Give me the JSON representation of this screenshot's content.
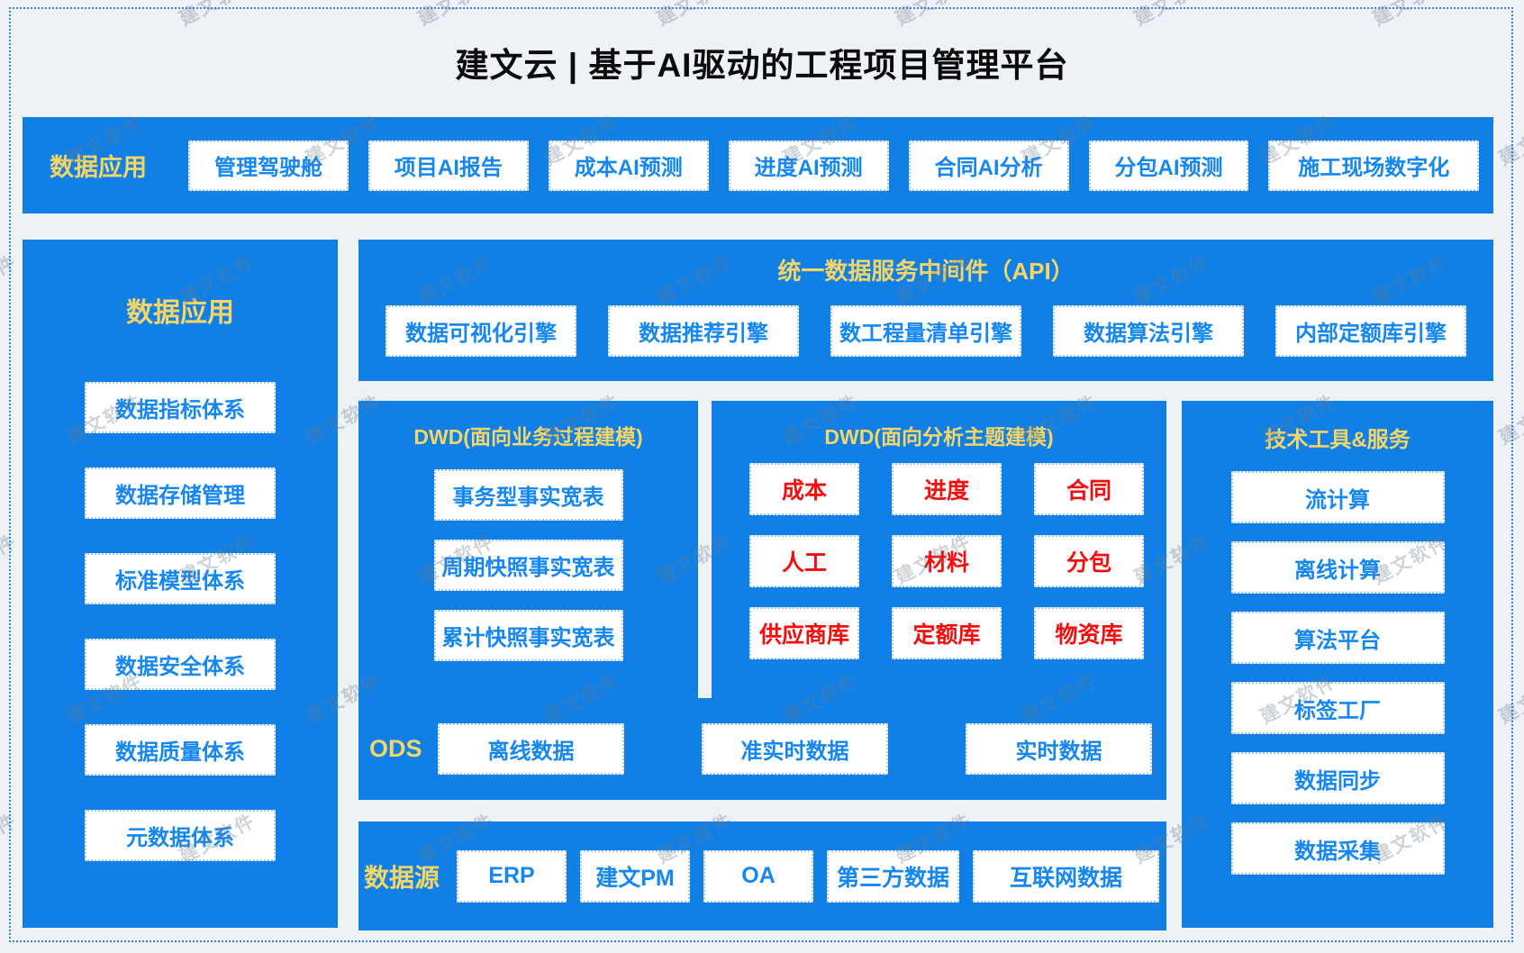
{
  "title": "建文云 | 基于AI驱动的工程项目管理平台",
  "watermark": {
    "text": "建文软件"
  },
  "colors": {
    "panel_blue": "#1080e6",
    "box_text_blue": "#1587f2",
    "label_yellow": "#f5d565",
    "alert_red": "#f60d0d",
    "background": "#eef1f5"
  },
  "top_bar": {
    "label": "数据应用",
    "items": [
      "管理驾驶舱",
      "项目AI报告",
      "成本AI预测",
      "进度AI预测",
      "合同AI分析",
      "分包AI预测",
      "施工现场数字化"
    ]
  },
  "left_panel": {
    "title": "数据应用",
    "items": [
      "数据指标体系",
      "数据存储管理",
      "标准模型体系",
      "数据安全体系",
      "数据质量体系",
      "元数据体系"
    ]
  },
  "api_panel": {
    "title": "统一数据服务中间件（API）",
    "items": [
      "数据可视化引擎",
      "数据推荐引擎",
      "数工程量清单引擎",
      "数据算法引擎",
      "内部定额库引擎"
    ]
  },
  "dwd_business": {
    "title": "DWD(面向业务过程建模)",
    "items": [
      "事务型事实宽表",
      "周期快照事实宽表",
      "累计快照事实宽表"
    ]
  },
  "dwd_analysis": {
    "title": "DWD(面向分析主题建模)",
    "items": [
      "成本",
      "进度",
      "合同",
      "人工",
      "材料",
      "分包",
      "供应商库",
      "定额库",
      "物资库"
    ]
  },
  "tech_panel": {
    "title": "技术工具&服务",
    "items": [
      "流计算",
      "离线计算",
      "算法平台",
      "标签工厂",
      "数据同步",
      "数据采集"
    ]
  },
  "ods_panel": {
    "label": "ODS",
    "items": [
      "离线数据",
      "准实时数据",
      "实时数据"
    ]
  },
  "source_panel": {
    "label": "数据源",
    "items": [
      "ERP",
      "建文PM",
      "OA",
      "第三方数据",
      "互联网数据"
    ]
  }
}
